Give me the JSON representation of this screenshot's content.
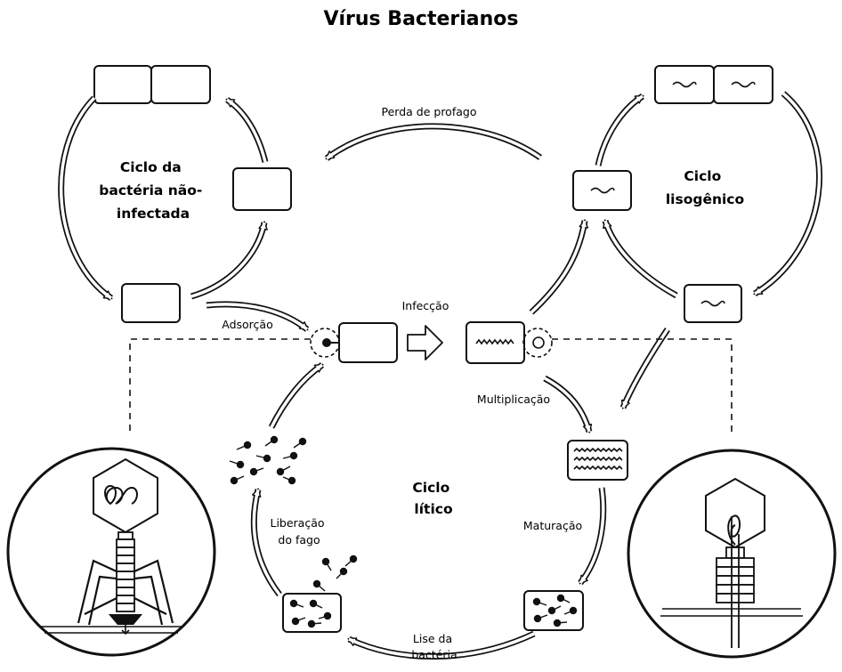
{
  "title": "Vírus Bacterianos",
  "cycles": {
    "uninfected": [
      "Ciclo da",
      "bactéria não-",
      "infectada"
    ],
    "lysogenic": [
      "Ciclo",
      "lisogênico"
    ],
    "lytic": [
      "Ciclo",
      "lítico"
    ]
  },
  "steps": {
    "prophage_loss": "Perda de profago",
    "adsorption": "Adsorção",
    "infection": "Infecção",
    "multiplication": "Multiplicação",
    "maturation": "Maturação",
    "lysis": [
      "Lise da",
      "bactéria"
    ],
    "phage_release": [
      "Liberação",
      "do fago"
    ]
  },
  "colors": {
    "ink": "#111111",
    "background": "#ffffff",
    "fill_gray": "#c8c8c8"
  }
}
